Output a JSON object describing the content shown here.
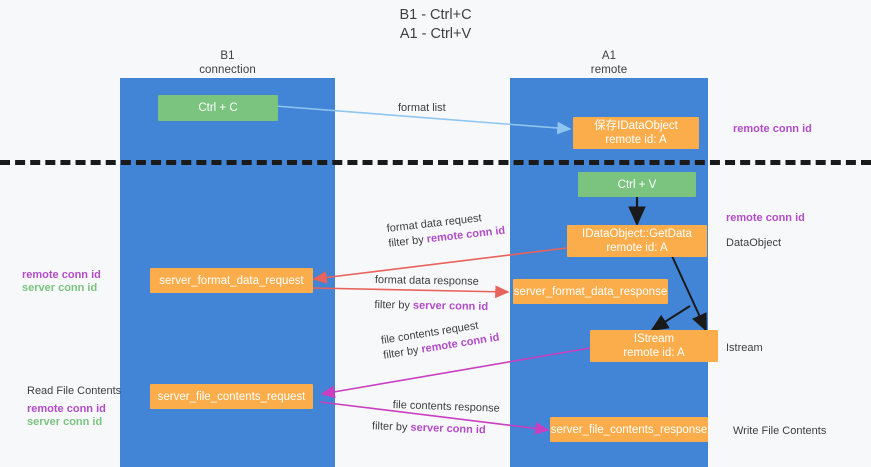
{
  "title": {
    "line1": "B1 - Ctrl+C",
    "line2": "A1 - Ctrl+V"
  },
  "columns": [
    {
      "name": "B1",
      "role": "connection"
    },
    {
      "name": "A1",
      "role": "remote"
    }
  ],
  "nodes": {
    "ctrl_c": {
      "label": "Ctrl + C"
    },
    "save_dataobject": {
      "label": "保存IDataObject",
      "sub": "remote id: A"
    },
    "ctrl_v": {
      "label": "Ctrl + V"
    },
    "getdata": {
      "label": "IDataObject::GetData",
      "sub": "remote id: A"
    },
    "server_format_data_request": {
      "label": "server_format_data_request"
    },
    "server_format_data_response": {
      "label": "server_format_data_response"
    },
    "istream": {
      "label": "IStream",
      "sub": "remote id: A"
    },
    "server_file_contents_request": {
      "label": "server_file_contents_request"
    },
    "server_file_contents_response": {
      "label": "server_file_contents_response"
    }
  },
  "edges": {
    "format_list": {
      "label": "format list"
    },
    "format_data_request": {
      "label": "format data request",
      "filter_prefix": "filter by ",
      "filter_key": "remote conn id"
    },
    "format_data_response": {
      "label": "format data response",
      "filter_prefix": "filter by ",
      "filter_key": "server conn id"
    },
    "file_contents_request": {
      "label": "file contents request",
      "filter_prefix": "filter by ",
      "filter_key": "remote conn id"
    },
    "file_contents_response": {
      "label": "file contents response",
      "filter_prefix": "filter by ",
      "filter_key": "server conn id"
    }
  },
  "annotations": {
    "right_remote_conn_id_top": "remote conn id",
    "right_remote_conn_id_mid": "remote conn id",
    "dataobject": "DataObject",
    "istream": "Istream",
    "write_file_contents": "Write File Contents",
    "read_file_contents": "Read File Contents",
    "left_remote_conn_id_mid": "remote conn id",
    "left_server_conn_id_mid": "server conn id",
    "left_remote_conn_id_bottom": "remote conn id",
    "left_server_conn_id_bottom": "server conn id"
  },
  "colors": {
    "lane": "#4285d6",
    "green_node": "#7ac47f",
    "orange_node": "#fbad4c",
    "purple_text": "#b24cc8",
    "green_text": "#7ac47f",
    "wire_blue": "#8ec5f0",
    "wire_red": "#e8635b",
    "wire_magenta": "#c93fc0",
    "wire_black": "#1a1a1a",
    "divider": "#1a1a1a"
  }
}
